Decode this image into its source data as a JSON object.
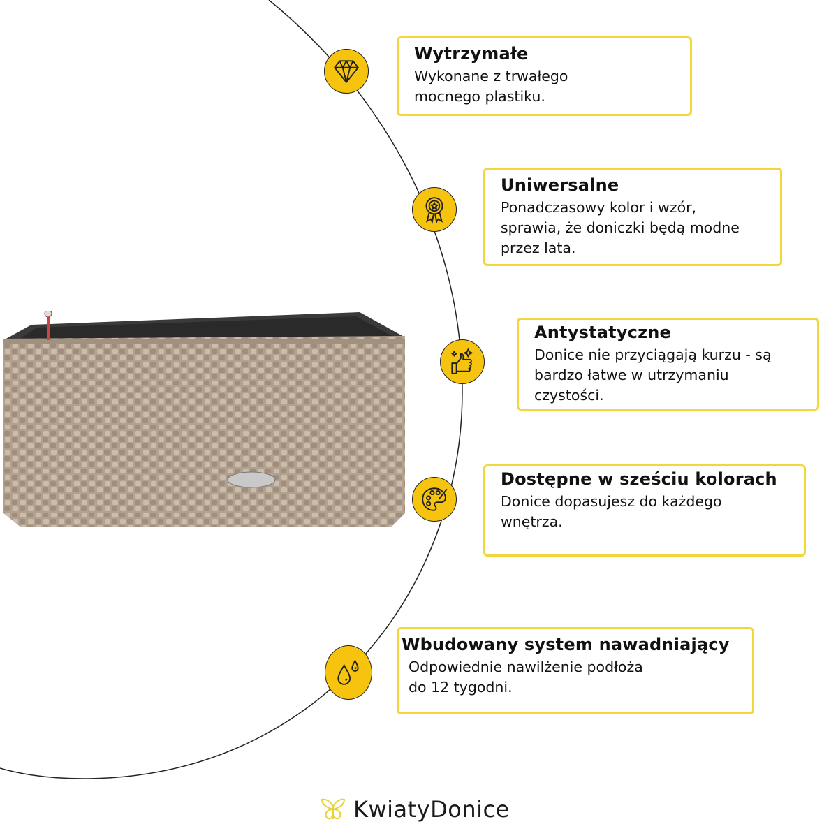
{
  "features": [
    {
      "icon": "diamond-icon",
      "title": "Wytrzymałe",
      "lines": [
        "Wykonane z trwałego",
        "mocnego plastiku."
      ]
    },
    {
      "icon": "award-ribbon-icon",
      "title": "Uniwersalne",
      "lines": [
        "Ponadczasowy kolor i wzór,",
        "sprawia, że doniczki będą modne",
        "przez lata."
      ]
    },
    {
      "icon": "thumbs-up-sparkle-icon",
      "title": "Antystatyczne",
      "lines": [
        "Donice nie przyciągają kurzu - są",
        "bardzo łatwe w utrzymaniu",
        "czystości."
      ]
    },
    {
      "icon": "palette-icon",
      "title": "Dostępne w sześciu kolorach",
      "lines": [
        "Donice dopasujesz do każdego",
        "wnętrza."
      ]
    },
    {
      "icon": "water-drops-icon",
      "title": "Wbudowany system nawadniający",
      "lines": [
        "Odpowiednie nawilżenie podłoża",
        "do 12 tygodni."
      ]
    }
  ],
  "brand": {
    "name": "KwiatyDonice"
  },
  "colors": {
    "accent": "#f6c40f",
    "card_border": "#f1d63c",
    "pot": "#b3a18f"
  }
}
